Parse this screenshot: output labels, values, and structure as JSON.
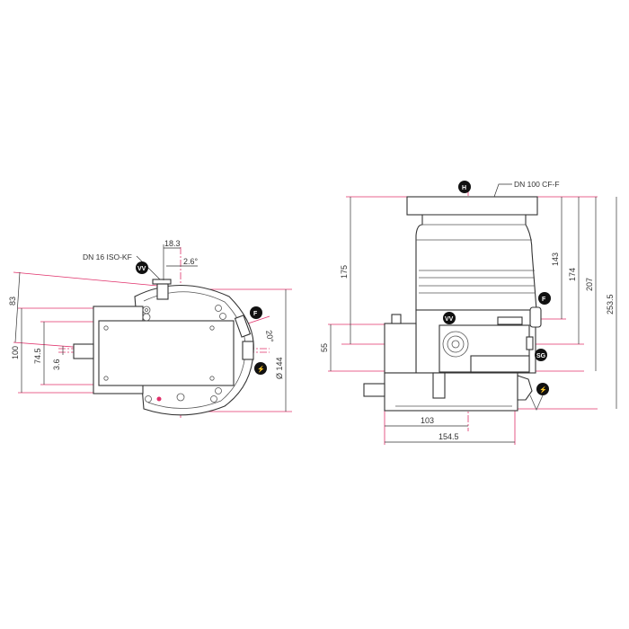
{
  "drawing": {
    "title": "Turbopump dimensional drawing",
    "accent_color": "#e0306a",
    "line_color": "#333333"
  },
  "top_view": {
    "labels": {
      "flange": "DN 16 ISO-KF"
    },
    "dimensions": {
      "d_18_3": "18.3",
      "d_2_6": "2.6°",
      "d_20": "20°",
      "d_83": "83",
      "d_100": "100",
      "d_74_5": "74.5",
      "d_3_6": "3.6",
      "d_144": "Ø 144"
    },
    "badges": {
      "vent_valve": "VV",
      "fan": "F",
      "power": "⚡"
    }
  },
  "side_view": {
    "labels": {
      "flange": "DN 100 CF-F"
    },
    "dimensions": {
      "d_175": "175",
      "d_143": "143",
      "d_174": "174",
      "d_207": "207",
      "d_253_5": "253.5",
      "d_55": "55",
      "d_103": "103",
      "d_154_5": "154.5"
    },
    "badges": {
      "high_vacuum": "H",
      "vent_valve": "VV",
      "fan": "F",
      "sealing_gas": "SG",
      "power": "⚡"
    }
  }
}
